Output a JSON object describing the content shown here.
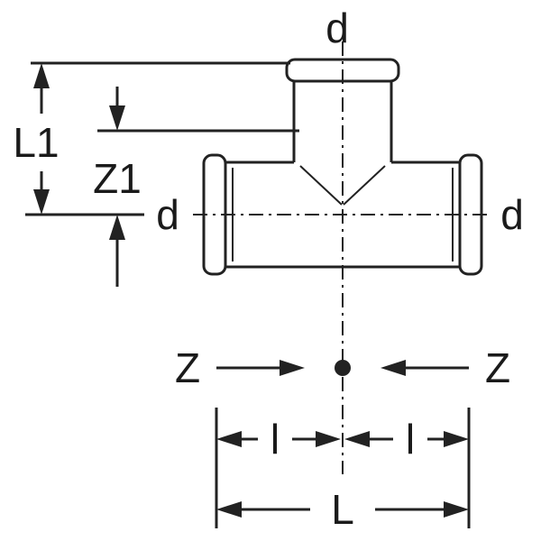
{
  "diagram": {
    "type": "technical-dimension-drawing",
    "labels": {
      "d_top": "d",
      "d_left": "d",
      "d_right": "d",
      "l1": "L1",
      "z1": "Z1",
      "z_left": "Z",
      "z_right": "Z",
      "l_left": "l",
      "l_right": "l",
      "length": "L"
    },
    "colors": {
      "line": "#222222",
      "text": "#1a1a1a",
      "background": "#ffffff"
    }
  }
}
